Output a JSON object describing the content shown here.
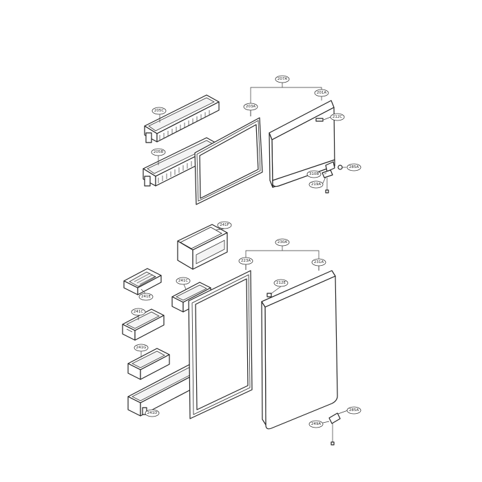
{
  "callouts": {
    "c207a": "207A",
    "c205c": "205C",
    "c201a": "201A",
    "c203a": "203A",
    "c212c": "212C",
    "c205b": "205B",
    "c285a_top": "285A",
    "c310b": "310B",
    "c219a": "219A",
    "c241f": "241F",
    "c230a": "230A",
    "c223a": "223A",
    "c231a": "231A",
    "c241c_upper": "241C",
    "c212e": "212E",
    "c241e": "241E",
    "c241c_lower": "241C",
    "c241g": "241G",
    "c241d": "241D",
    "c285a_bottom": "285A",
    "c249a": "249A"
  }
}
